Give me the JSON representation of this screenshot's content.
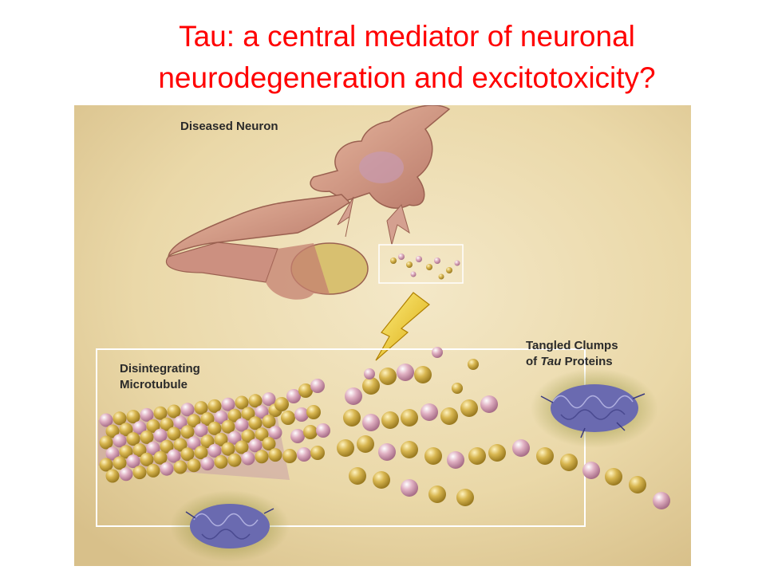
{
  "slide": {
    "title_line1": "Tau: a central mediator of neuronal",
    "title_line2": "neurodegeneration and excitotoxicity?"
  },
  "figure": {
    "label_diseased_neuron": "Diseased Neuron",
    "label_disintegrating_line1": "Disintegrating",
    "label_disintegrating_line2": "Microtubule",
    "label_tangled_line1": "Tangled Clumps",
    "label_tangled_of": "of ",
    "label_tangled_tau": "Tau",
    "label_tangled_proteins": " Proteins"
  },
  "colors": {
    "title": "#ff0000",
    "background_parchment": "#ead8a8",
    "neuron": "#d49a88",
    "gold_bead": "#c9a545",
    "pink_bead": "#d8a4b8",
    "tangle": "#6a6ab0",
    "arrow": "#f0d020"
  }
}
